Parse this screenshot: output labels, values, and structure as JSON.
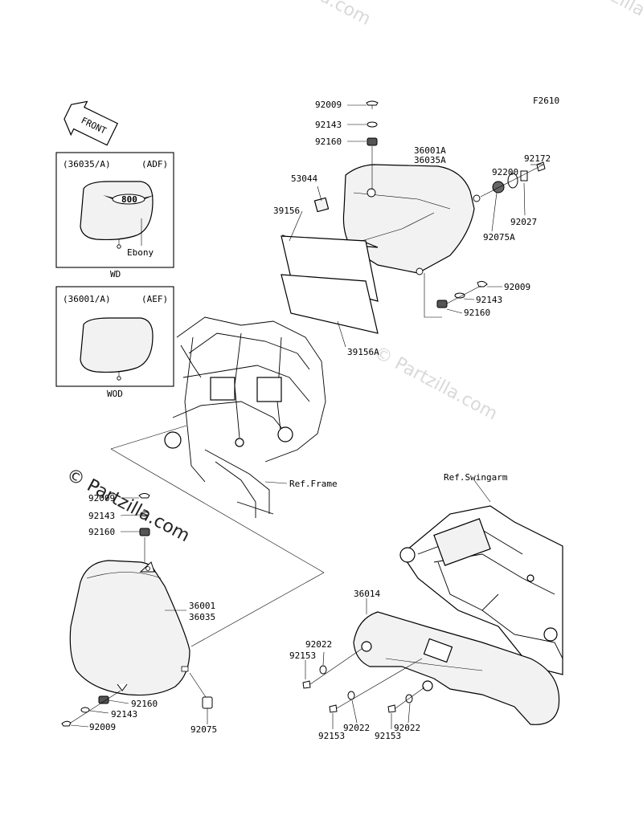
{
  "figure_code": "F2610",
  "watermark": "© Partzilla.com",
  "front_label": "FRONT",
  "inset_adf": {
    "header_left": "(36035/A)",
    "header_right": "(ADF)",
    "badge": "800",
    "color_note": "Ebony",
    "footer": "WD"
  },
  "inset_aef": {
    "header_left": "(36001/A)",
    "header_right": "(AEF)",
    "footer": "WOD"
  },
  "references": {
    "frame": "Ref.Frame",
    "swingarm": "Ref.Swingarm"
  },
  "right_cover": {
    "screw_top": "92009",
    "washer_top": "92143",
    "grommet_top": "92160",
    "cover_a": "36001A",
    "cover_a2": "36035A",
    "clip": "53044",
    "pad_upper": "39156",
    "pad_lower": "39156A",
    "bolt": "92172",
    "washer": "92200",
    "collar": "92027",
    "damper": "92075A",
    "screw_low": "92009",
    "washer_low": "92143",
    "grommet_low": "92160"
  },
  "left_cover": {
    "screw_top": "92009",
    "washer_top": "92143",
    "grommet_top": "92160",
    "cover": "36001",
    "cover2": "36035",
    "grommet_low": "92160",
    "washer_low": "92143",
    "screw_low": "92009",
    "damper": "92075"
  },
  "chain_cover": {
    "cover": "36014",
    "washer_a": "92022",
    "bolt_a": "92153",
    "washer_b": "92022",
    "bolt_b": "92153",
    "washer_c": "92022",
    "bolt_c": "92153"
  }
}
